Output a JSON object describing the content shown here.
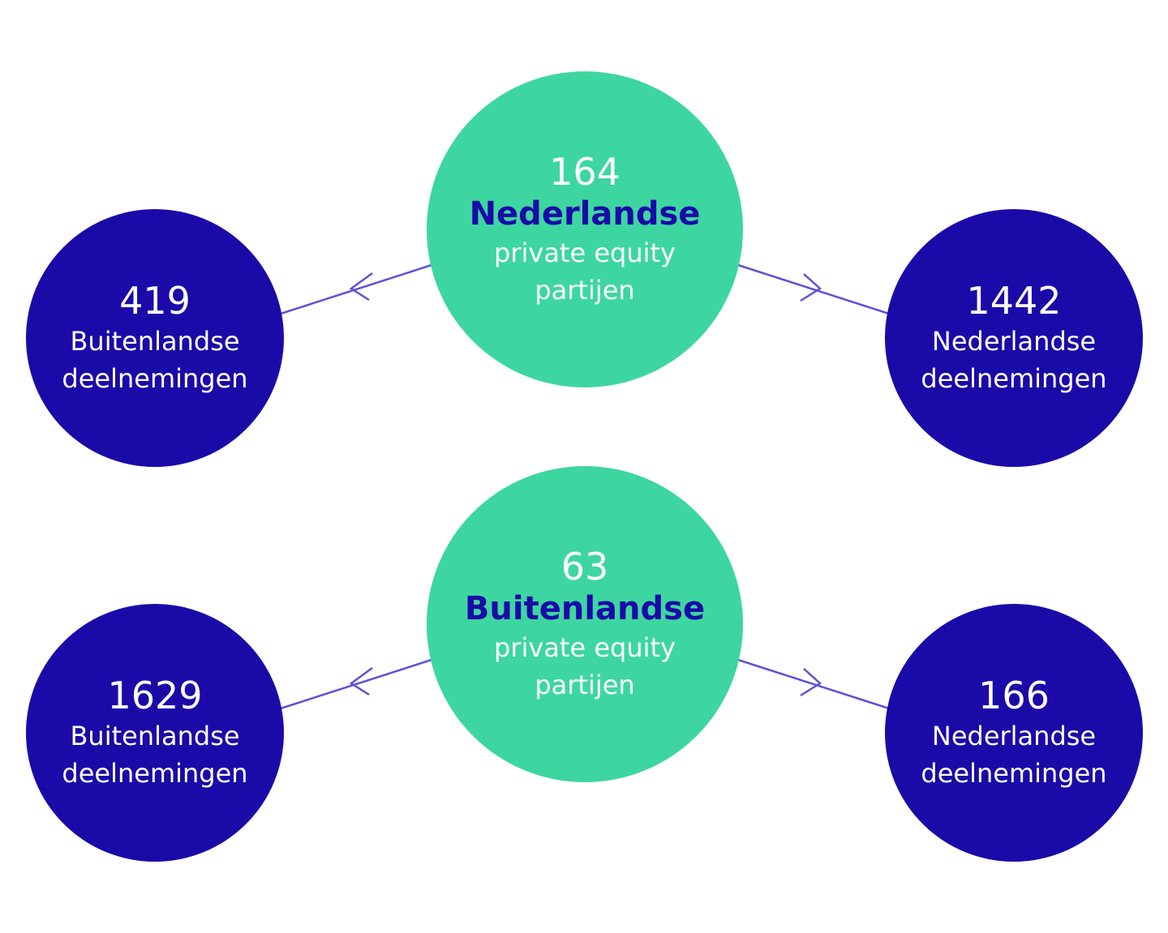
{
  "colors": {
    "center_fill": "#3dd6a0",
    "side_fill": "#1a0aa8",
    "connector": "#5b52d6",
    "center_emphasis": "#1a0aa8",
    "text_light": "#ffffff"
  },
  "groups": [
    {
      "center": {
        "number": "164",
        "kind": "Nederlandse",
        "desc1": "private equity",
        "desc2": "partijen"
      },
      "left": {
        "number": "419",
        "line1": "Buitenlandse",
        "line2": "deelnemingen"
      },
      "right": {
        "number": "1442",
        "line1": "Nederlandse",
        "line2": "deelnemingen"
      }
    },
    {
      "center": {
        "number": "63",
        "kind": "Buitenlandse",
        "desc1": "private equity",
        "desc2": "partijen"
      },
      "left": {
        "number": "1629",
        "line1": "Buitenlandse",
        "line2": "deelnemingen"
      },
      "right": {
        "number": "166",
        "line1": "Nederlandse",
        "line2": "deelnemingen"
      }
    }
  ]
}
